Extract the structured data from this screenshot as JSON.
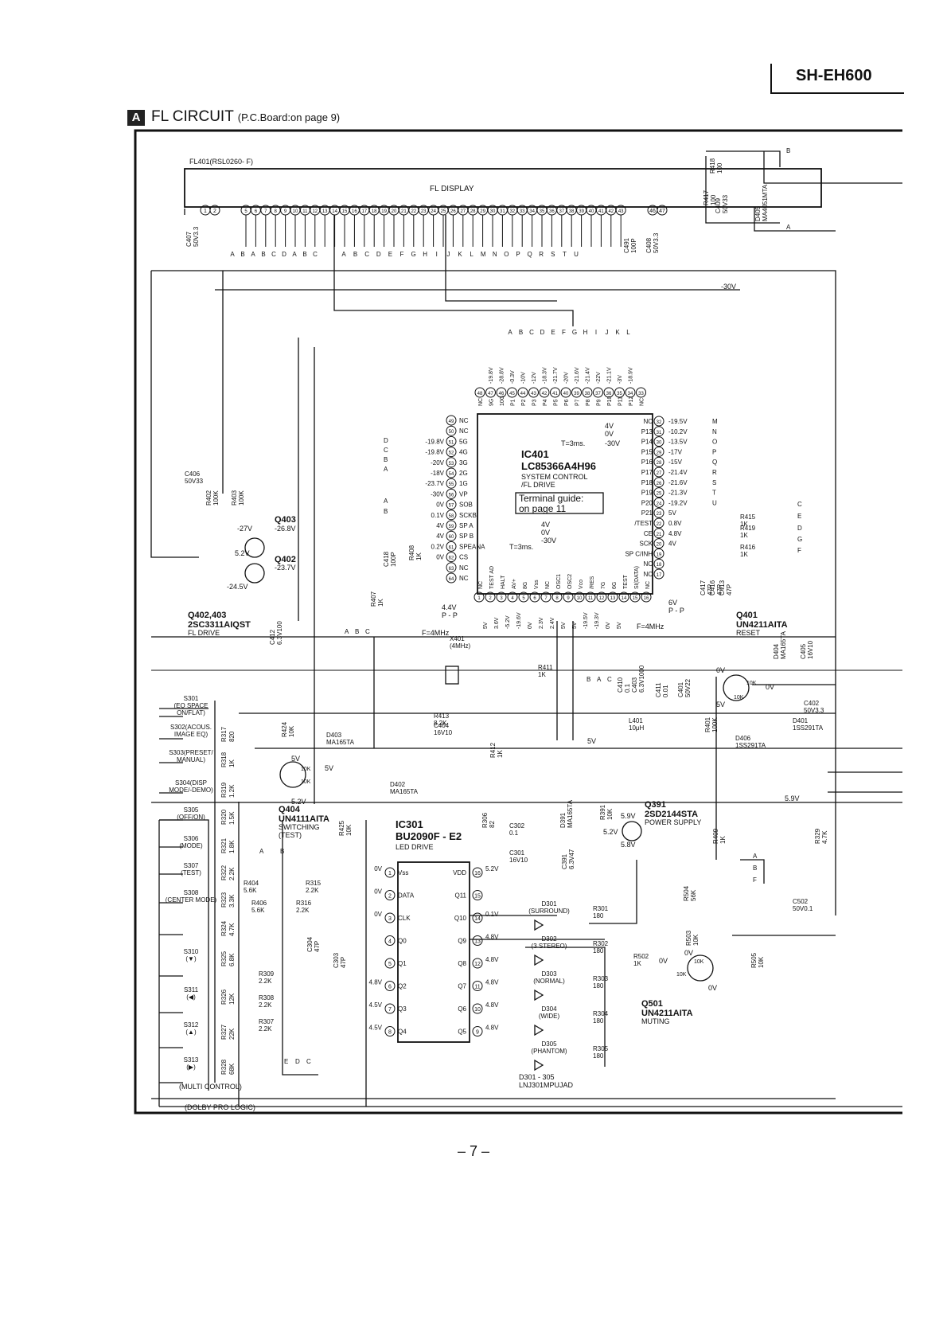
{
  "header": {
    "model": "SH-EH600",
    "section_letter": "A",
    "section_title": "FL CIRCUIT",
    "section_note": "(P.C.Board:on page 9)"
  },
  "page_number": "– 7 –",
  "fl_display": {
    "part": "FL401(RSL0260- F)",
    "label": "FL DISPLAY",
    "pins_left": [
      "1",
      "2"
    ],
    "pins_main": [
      "5",
      "6",
      "7",
      "8",
      "9",
      "10",
      "11",
      "12",
      "13",
      "14",
      "15",
      "16",
      "17",
      "18",
      "19",
      "20",
      "21",
      "22",
      "23",
      "24",
      "25",
      "26",
      "27",
      "28",
      "29",
      "30",
      "31",
      "32",
      "33",
      "34",
      "35",
      "36",
      "37",
      "38",
      "39",
      "40",
      "41",
      "42",
      "43"
    ],
    "pins_right": [
      "46",
      "47"
    ],
    "grid_letters": [
      "A",
      "B",
      "A",
      "B",
      "C",
      "D",
      "A",
      "B",
      "C"
    ],
    "seg_letters": [
      "A",
      "B",
      "C",
      "D",
      "E",
      "F",
      "G",
      "H",
      "I",
      "J",
      "K",
      "L",
      "M",
      "N",
      "O",
      "P",
      "Q",
      "R",
      "S",
      "T",
      "U"
    ]
  },
  "ic401": {
    "ref": "IC401",
    "part": "LC85366A4H96",
    "desc1": "SYSTEM CONTROL",
    "desc2": "/FL DRIVE",
    "guide1": "Terminal guide:",
    "guide2": "on page 11",
    "top_letters": [
      "A",
      "B",
      "C",
      "D",
      "E",
      "F",
      "G",
      "H",
      "I",
      "J",
      "K",
      "L"
    ],
    "top_pins": [
      "48",
      "47",
      "46",
      "45",
      "44",
      "43",
      "42",
      "41",
      "40",
      "39",
      "38",
      "37",
      "36",
      "35",
      "34",
      "33"
    ],
    "top_names": [
      "NC",
      "9G",
      "10G",
      "P1",
      "P2",
      "P3",
      "P4",
      "P5",
      "P6",
      "P7",
      "P8",
      "P9",
      "P10",
      "P11",
      "P12",
      "NC"
    ],
    "top_volts": [
      "-19.8V",
      "-28.8V",
      "-0.3V",
      "-10V",
      "-12V",
      "-18.3V",
      "-21.7V",
      "-20V",
      "-21.6V",
      "-21.4V",
      "-22V",
      "-21.1V",
      "-3V",
      "-18.9V"
    ],
    "left_pins": [
      {
        "pin": "49",
        "name": "NC",
        "v": ""
      },
      {
        "pin": "50",
        "name": "NC",
        "v": ""
      },
      {
        "pin": "51",
        "name": "5G",
        "v": "-19.8V"
      },
      {
        "pin": "52",
        "name": "4G",
        "v": "-19.8V"
      },
      {
        "pin": "53",
        "name": "3G",
        "v": "-20V"
      },
      {
        "pin": "54",
        "name": "2G",
        "v": "-18V"
      },
      {
        "pin": "55",
        "name": "1G",
        "v": "-23.7V"
      },
      {
        "pin": "56",
        "name": "VP",
        "v": "-30V"
      },
      {
        "pin": "57",
        "name": "SOB",
        "v": "0V"
      },
      {
        "pin": "58",
        "name": "SCKB",
        "v": "0.1V"
      },
      {
        "pin": "59",
        "name": "SP A",
        "v": "4V"
      },
      {
        "pin": "60",
        "name": "SP B",
        "v": "4V"
      },
      {
        "pin": "61",
        "name": "SPEANA",
        "v": "0.2V"
      },
      {
        "pin": "62",
        "name": "CS",
        "v": "0V"
      },
      {
        "pin": "63",
        "name": "NC",
        "v": ""
      },
      {
        "pin": "64",
        "name": "NC",
        "v": ""
      }
    ],
    "left_letters": [
      "D",
      "C",
      "B",
      "A",
      "A",
      "B"
    ],
    "right_pins": [
      {
        "pin": "32",
        "name": "NC",
        "v": "-19.5V",
        "tag": "M"
      },
      {
        "pin": "31",
        "name": "P13",
        "v": "-10.2V",
        "tag": "N"
      },
      {
        "pin": "30",
        "name": "P14",
        "v": "-13.5V",
        "tag": "O"
      },
      {
        "pin": "29",
        "name": "P15",
        "v": "-17V",
        "tag": "P"
      },
      {
        "pin": "28",
        "name": "P16",
        "v": "-15V",
        "tag": "Q"
      },
      {
        "pin": "27",
        "name": "P17",
        "v": "-21.4V",
        "tag": "R"
      },
      {
        "pin": "26",
        "name": "P18",
        "v": "-21.6V",
        "tag": "S"
      },
      {
        "pin": "25",
        "name": "P19",
        "v": "-21.3V",
        "tag": "T"
      },
      {
        "pin": "24",
        "name": "P20",
        "v": "-19.2V",
        "tag": "U"
      },
      {
        "pin": "23",
        "name": "P21",
        "v": "5V",
        "tag": ""
      },
      {
        "pin": "22",
        "name": "/TEST",
        "v": "0.8V",
        "tag": ""
      },
      {
        "pin": "21",
        "name": "CE",
        "v": "4.8V",
        "tag": ""
      },
      {
        "pin": "20",
        "name": "SCK",
        "v": "4V",
        "tag": ""
      },
      {
        "pin": "19",
        "name": "SP C/INH",
        "v": "",
        "tag": ""
      },
      {
        "pin": "18",
        "name": "NC",
        "v": "",
        "tag": ""
      },
      {
        "pin": "17",
        "name": "NC",
        "v": "",
        "tag": ""
      }
    ],
    "bottom_pins": [
      "1",
      "2",
      "3",
      "4",
      "5",
      "6",
      "7",
      "8",
      "9",
      "10",
      "11",
      "12",
      "13",
      "14",
      "15",
      "16"
    ],
    "bottom_names": [
      "NC",
      "TEST AD",
      "HALT",
      "AV+",
      "8G",
      "Vss",
      "NC",
      "OSC1",
      "OSC2",
      "Vco",
      "/RES",
      "7G",
      "6G",
      "TEST",
      "SI(DATA)",
      "NC"
    ],
    "bottom_volts": [
      "5V",
      "3.6V",
      "-5.2V",
      "-19.6V",
      "0V",
      "2.3V",
      "2.4V",
      "5V",
      "5V",
      "-19.5V",
      "-19.3V",
      "0V",
      "5V"
    ],
    "pulse1": "4V",
    "pulse2": "0V",
    "pulse3": "-30V",
    "pulse_period": "T=3ms.",
    "pulse4": "4V",
    "pulse5": "0V",
    "pulse6": "-30V",
    "pulse_period2": "T=3ms."
  },
  "ic301": {
    "ref": "IC301",
    "part": "BU2090F - E2",
    "desc": "LED DRIVE",
    "left_pins": [
      {
        "pin": "1",
        "name": "Vss",
        "v": "0V"
      },
      {
        "pin": "2",
        "name": "DATA",
        "v": "0V"
      },
      {
        "pin": "3",
        "name": "CLK",
        "v": "0V"
      },
      {
        "pin": "4",
        "name": "Q0",
        "v": ""
      },
      {
        "pin": "5",
        "name": "Q1",
        "v": ""
      },
      {
        "pin": "6",
        "name": "Q2",
        "v": "4.8V"
      },
      {
        "pin": "7",
        "name": "Q3",
        "v": "4.5V"
      },
      {
        "pin": "8",
        "name": "Q4",
        "v": "4.5V"
      }
    ],
    "right_pins": [
      {
        "pin": "16",
        "name": "VDD",
        "v": "5.2V"
      },
      {
        "pin": "15",
        "name": "Q11",
        "v": ""
      },
      {
        "pin": "14",
        "name": "Q10",
        "v": "0.1V"
      },
      {
        "pin": "13",
        "name": "Q9",
        "v": "4.8V"
      },
      {
        "pin": "12",
        "name": "Q8",
        "v": "4.8V"
      },
      {
        "pin": "11",
        "name": "Q7",
        "v": "4.8V"
      },
      {
        "pin": "10",
        "name": "Q6",
        "v": "4.8V"
      },
      {
        "pin": "9",
        "name": "Q5",
        "v": "4.8V"
      }
    ]
  },
  "leds": [
    {
      "ref": "D301",
      "name": "(SURROUND)",
      "r": "R301",
      "rv": "180"
    },
    {
      "ref": "D302",
      "name": "(3 STEREO)",
      "r": "R302",
      "rv": "180"
    },
    {
      "ref": "D303",
      "name": "(NORMAL)",
      "r": "R303",
      "rv": "180"
    },
    {
      "ref": "D304",
      "name": "(WIDE)",
      "r": "R304",
      "rv": "180"
    },
    {
      "ref": "D305",
      "name": "(PHANTOM)",
      "r": "R305",
      "rv": "180"
    }
  ],
  "led_note1": "D301 - 305",
  "led_note2": "LNJ301MPUJAD",
  "switches": [
    {
      "ref": "S301",
      "name": "(EQ SPACE",
      "name2": "ON/FLAT)",
      "r": "",
      "rv": ""
    },
    {
      "ref": "S302(ACOUS.",
      "name": "IMAGE EQ)",
      "name2": "",
      "r": "R317",
      "rv": "820"
    },
    {
      "ref": "S303(PRESET/",
      "name": "MANUAL)",
      "name2": "",
      "r": "R318",
      "rv": "1K"
    },
    {
      "ref": "S304(DISP",
      "name": "MODE/-DEMO)",
      "name2": "",
      "r": "R319",
      "rv": "1.2K"
    },
    {
      "ref": "S305",
      "name": "(OFF/ON)",
      "name2": "",
      "r": "R320",
      "rv": "1.5K"
    },
    {
      "ref": "S306",
      "name": "(MODE)",
      "name2": "",
      "r": "R321",
      "rv": "1.8K"
    },
    {
      "ref": "S307",
      "name": "(TEST)",
      "name2": "",
      "r": "R322",
      "rv": "2.2K"
    },
    {
      "ref": "S308",
      "name": "(CENTER MODE)",
      "name2": "",
      "r": "R323",
      "rv": "3.3K"
    },
    {
      "ref": "",
      "name": "",
      "name2": "",
      "r": "R324",
      "rv": "4.7K"
    },
    {
      "ref": "S310",
      "name": "(▼)",
      "name2": "",
      "r": "R325",
      "rv": "6.8K"
    },
    {
      "ref": "S311",
      "name": "(◀)",
      "name2": "",
      "r": "R326",
      "rv": "12K"
    },
    {
      "ref": "S312",
      "name": "(▲)",
      "name2": "",
      "r": "R327",
      "rv": "22K"
    },
    {
      "ref": "S313",
      "name": "(▶)",
      "name2": "",
      "r": "R328",
      "rv": "68K"
    }
  ],
  "multi_control": "(MULTI CONTROL)",
  "dolby": "(DOLBY PRO LOGIC)",
  "transistors": {
    "q403": {
      "ref": "Q403",
      "v": "-26.8V",
      "vb": "-27V"
    },
    "q402": {
      "ref": "Q402",
      "v": "-23.7V",
      "vb": "-24.5V",
      "v2": "5.2V"
    },
    "q402_403": {
      "ref": "Q402,403",
      "part": "2SC3311AIQST",
      "desc": "FL DRIVE"
    },
    "q404": {
      "ref": "Q404",
      "part": "UN4111AITA",
      "desc": "SWITCHING",
      "desc2": "(TEST)",
      "v1": "5V",
      "v2": "5V",
      "v3": "5.2V",
      "r1": "10K",
      "r2": "10K"
    },
    "q401": {
      "ref": "Q401",
      "part": "UN4211AITA",
      "desc": "RESET",
      "v1": "0V",
      "v2": "0V",
      "v3": "5V",
      "r1": "10K",
      "r2": "10K"
    },
    "q391": {
      "ref": "Q391",
      "part": "2SD2144STA",
      "desc": "POWER SUPPLY",
      "v1": "5.9V",
      "v2": "5.2V",
      "v3": "5.8V"
    },
    "q501": {
      "ref": "Q501",
      "part": "UN4211AITA",
      "desc": "MUTING",
      "v1": "0V",
      "v2": "0V",
      "v3": "0V",
      "r1": "10K",
      "r2": "10K"
    }
  },
  "components": [
    {
      "ref": "R418",
      "v": "100"
    },
    {
      "ref": "R417",
      "v": "100"
    },
    {
      "ref": "C409",
      "v": "50V33"
    },
    {
      "ref": "D405",
      "v": "MA4051MTA"
    },
    {
      "ref": "C407",
      "v": "50V3.3"
    },
    {
      "ref": "C491",
      "v": "100P"
    },
    {
      "ref": "C408",
      "v": "50V3.3"
    },
    {
      "ref": "C406",
      "v": "50V33"
    },
    {
      "ref": "R402",
      "v": "100K"
    },
    {
      "ref": "R403",
      "v": "100K"
    },
    {
      "ref": "C418",
      "v": "100P"
    },
    {
      "ref": "R408",
      "v": "1K"
    },
    {
      "ref": "R407",
      "v": "1K"
    },
    {
      "ref": "C412",
      "v": "6.3V100"
    },
    {
      "ref": "X401",
      "v": "(4MHz)"
    },
    {
      "ref": "R411",
      "v": "1K"
    },
    {
      "ref": "R413",
      "v": "8.2K"
    },
    {
      "ref": "C404",
      "v": "16V10"
    },
    {
      "ref": "R412",
      "v": "1K"
    },
    {
      "ref": "D403",
      "v": "MA165TA"
    },
    {
      "ref": "D402",
      "v": "MA165TA"
    },
    {
      "ref": "R424",
      "v": "10K"
    },
    {
      "ref": "R415",
      "v": "1K"
    },
    {
      "ref": "R419",
      "v": "1K"
    },
    {
      "ref": "R416",
      "v": "1K"
    },
    {
      "ref": "C417",
      "v": "47P"
    },
    {
      "ref": "C416",
      "v": "47P"
    },
    {
      "ref": "C413",
      "v": "47P"
    },
    {
      "ref": "C410",
      "v": "0.1"
    },
    {
      "ref": "C403",
      "v": "6.3V1000"
    },
    {
      "ref": "C411",
      "v": "0.01"
    },
    {
      "ref": "C401",
      "v": "50V22"
    },
    {
      "ref": "D404",
      "v": "MA165TA"
    },
    {
      "ref": "C405",
      "v": "16V10"
    },
    {
      "ref": "C402",
      "v": "50V3.3"
    },
    {
      "ref": "L401",
      "v": "10μH"
    },
    {
      "ref": "R401",
      "v": "100K"
    },
    {
      "ref": "D401",
      "v": "1SS291TA"
    },
    {
      "ref": "D406",
      "v": "1SS291TA"
    },
    {
      "ref": "R306",
      "v": "82"
    },
    {
      "ref": "C302",
      "v": "0.1"
    },
    {
      "ref": "C301",
      "v": "16V10"
    },
    {
      "ref": "R425",
      "v": "10K"
    },
    {
      "ref": "D391",
      "v": "MA165TA"
    },
    {
      "ref": "R391",
      "v": "10K"
    },
    {
      "ref": "C391",
      "v": "6.3V47"
    },
    {
      "ref": "R409",
      "v": "1K"
    },
    {
      "ref": "R329",
      "v": "4.7K"
    },
    {
      "ref": "R404",
      "v": "5.6K"
    },
    {
      "ref": "R315",
      "v": "2.2K"
    },
    {
      "ref": "R406",
      "v": "5.6K"
    },
    {
      "ref": "R316",
      "v": "2.2K"
    },
    {
      "ref": "C304",
      "v": "47P"
    },
    {
      "ref": "C303",
      "v": "47P"
    },
    {
      "ref": "R309",
      "v": "2.2K"
    },
    {
      "ref": "R308",
      "v": "2.2K"
    },
    {
      "ref": "R307",
      "v": "2.2K"
    },
    {
      "ref": "R504",
      "v": "56K"
    },
    {
      "ref": "R503",
      "v": "10K"
    },
    {
      "ref": "R502",
      "v": "1K"
    },
    {
      "ref": "R505",
      "v": "10K"
    },
    {
      "ref": "C502",
      "v": "50V0.1"
    }
  ],
  "net_labels": {
    "m30v": "-30V",
    "v5": "5V",
    "v59": "5.9V",
    "osc1": "4.4V",
    "osc2": "P - P",
    "osc3": "F=4MHz",
    "osc4": "6V",
    "osc5": "P - P",
    "osc6": "F=4MHz"
  },
  "edge_letters": [
    "B",
    "A",
    "C",
    "E",
    "D",
    "G",
    "F",
    "A",
    "B",
    "F"
  ],
  "q404_tags": [
    "A",
    "B"
  ],
  "ic_bottom_tags": [
    "A",
    "B",
    "C"
  ],
  "ic_bottom_tags2": [
    "B",
    "A",
    "C"
  ],
  "led_tags": [
    "E",
    "D",
    "C"
  ]
}
